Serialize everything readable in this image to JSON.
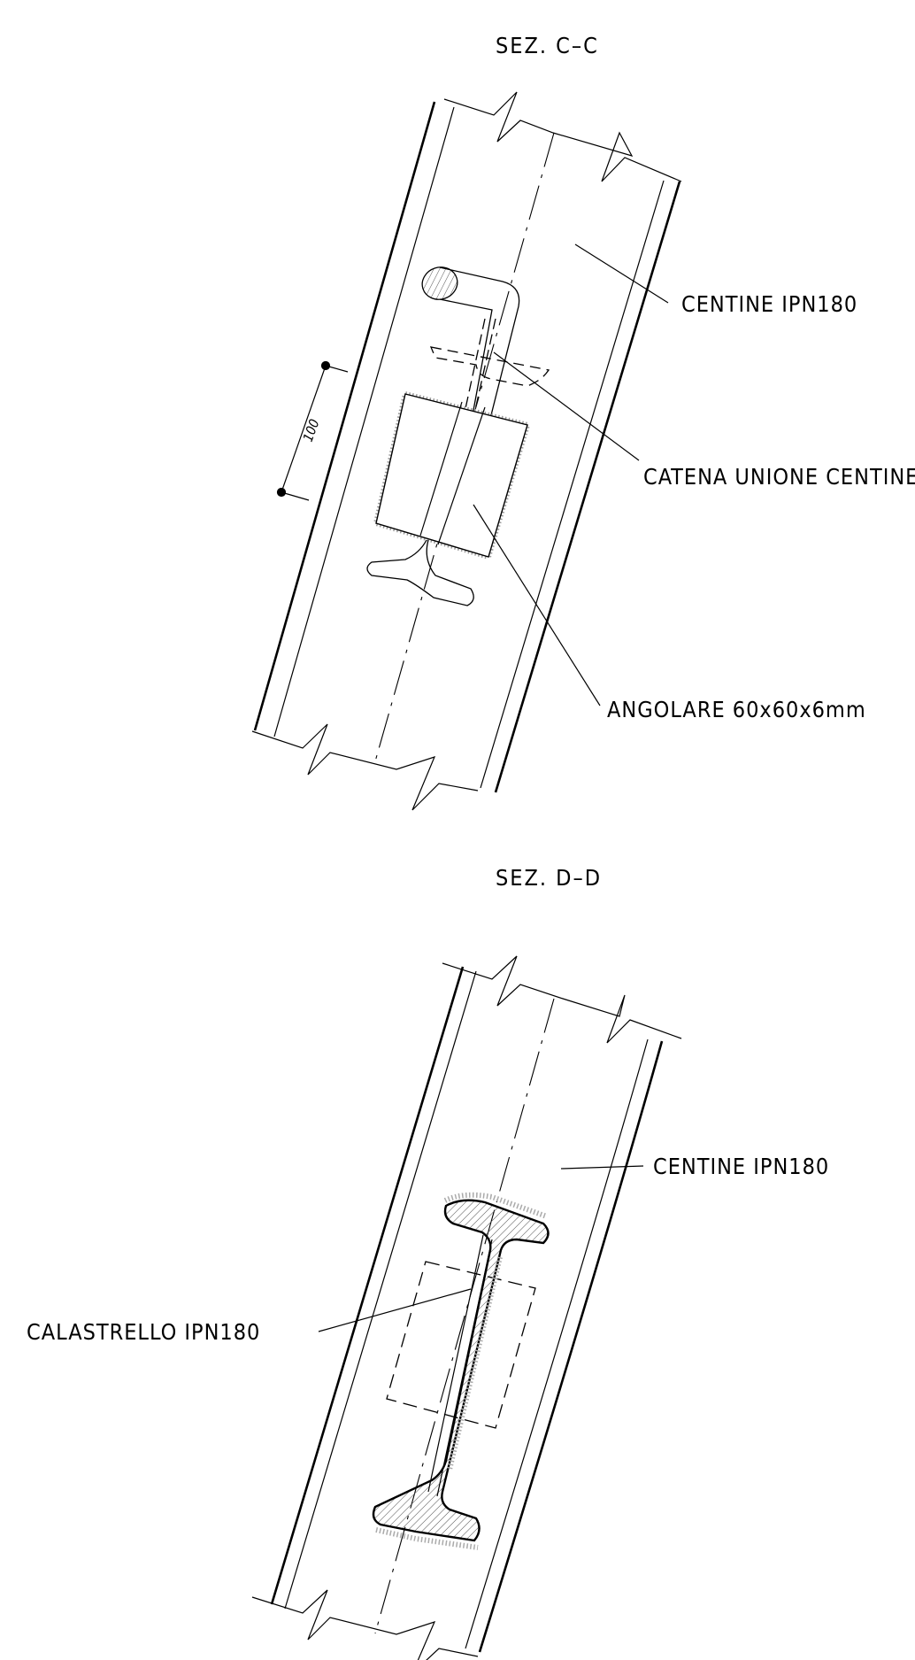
{
  "section_cc": {
    "title": "SEZ. C–C",
    "label_centine": "CENTINE IPN180",
    "label_catena": "CATENA UNIONE CENTINE",
    "label_angolare": "ANGOLARE 60x60x6mm",
    "dimension": "100"
  },
  "section_dd": {
    "title": "SEZ. D–D",
    "label_centine": "CENTINE IPN180",
    "label_calastrello": "CALASTRELLO IPN180"
  },
  "colors": {
    "line": "#000000",
    "hatch": "#9a9a9a",
    "background": "#ffffff"
  }
}
